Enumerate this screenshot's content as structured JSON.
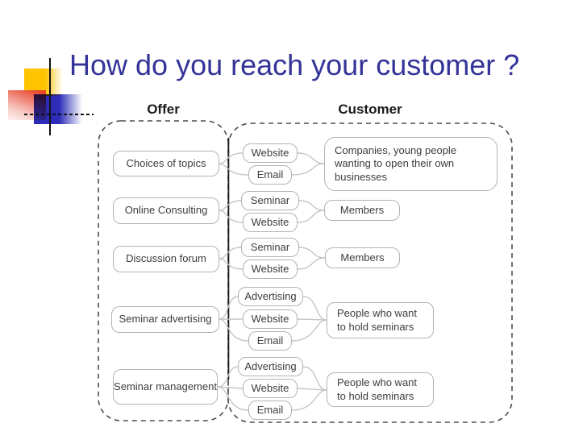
{
  "slide": {
    "title": "How do you reach your customer ?"
  },
  "diagram": {
    "offer_header": "Offer",
    "customer_header": "Customer",
    "groups": [
      {
        "offer": "Choices of topics",
        "channels": [
          "Website",
          "Email"
        ],
        "customer": "Companies, young people wanting to open their own businesses"
      },
      {
        "offer": "Online Consulting",
        "channels": [
          "Seminar",
          "Website"
        ],
        "customer": "Members"
      },
      {
        "offer": "Discussion forum",
        "channels": [
          "Seminar",
          "Website"
        ],
        "customer": "Members"
      },
      {
        "offer": "Seminar advertising",
        "channels": [
          "Advertising",
          "Website",
          "Email"
        ],
        "customer": "People who want to hold seminars"
      },
      {
        "offer": "Seminar management",
        "channels": [
          "Advertising",
          "Website",
          "Email"
        ],
        "customer": "People who want to hold seminars"
      }
    ]
  },
  "colors": {
    "title_text": "#333399",
    "box_border": "#b3b3b3",
    "connector": "#c6c6c6",
    "dashed_outline": "#4d4d4d",
    "logo_yellow": "#FFC400",
    "logo_red": "#E8442A",
    "logo_blue": "#2C2CB8"
  }
}
